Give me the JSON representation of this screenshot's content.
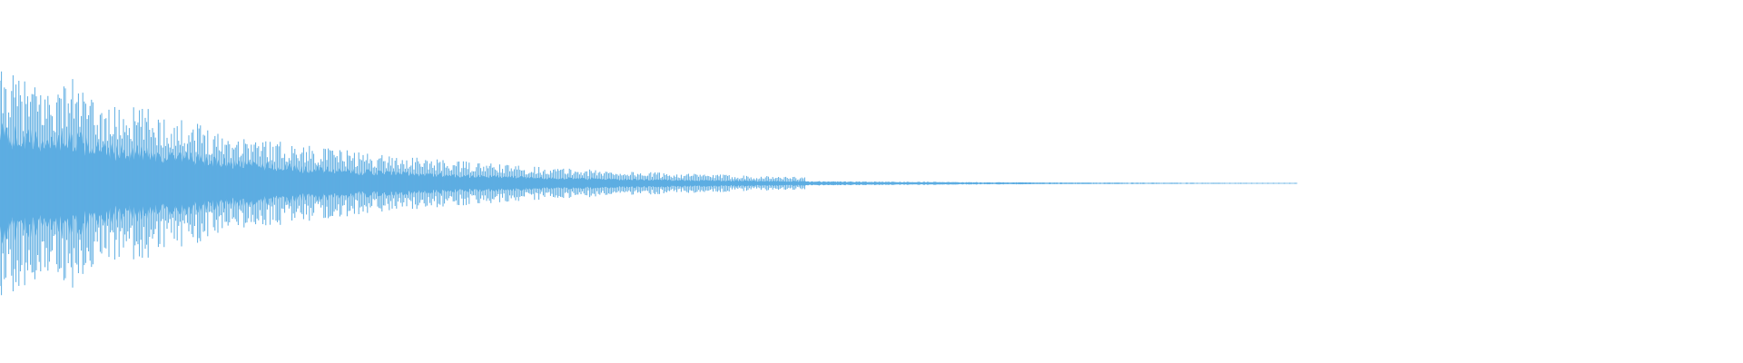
{
  "waveform": {
    "color": "#5dade2",
    "background": "#ffffff",
    "peak_amplitude": 0.78,
    "decay_profile": "exponential",
    "relative_visible_length": 0.745
  }
}
